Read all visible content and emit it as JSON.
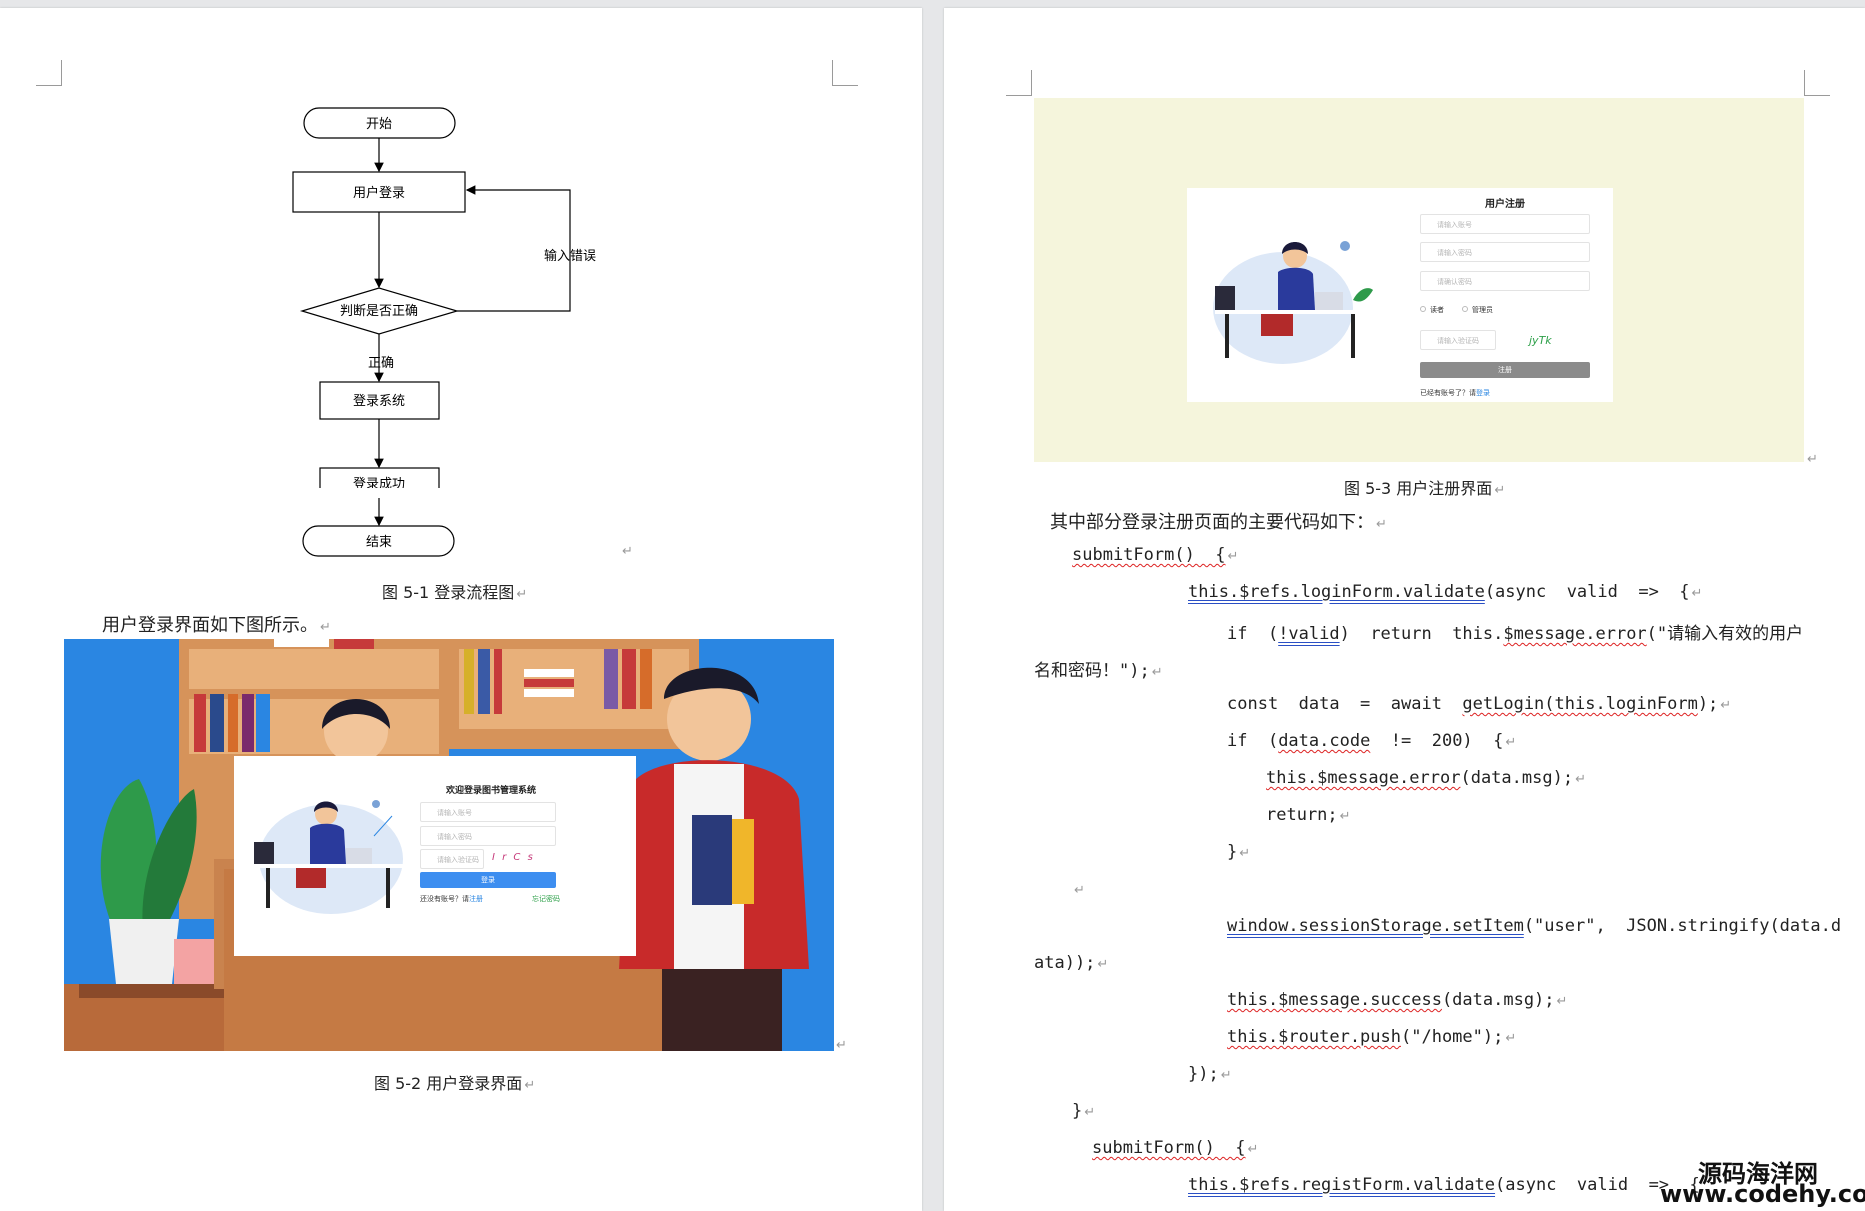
{
  "left_page": {
    "flowchart": {
      "start": "开始",
      "login": "用户登录",
      "decision": "判断是否正确",
      "error_label": "输入错误",
      "correct_label": "正确",
      "system": "登录系统",
      "success": "登录成功",
      "end": "结束"
    },
    "figure1_caption": "图 5-1 登录流程图",
    "body_text": "用户登录界面如下图所示。",
    "login_ui": {
      "title": "欢迎登录图书管理系统",
      "account_placeholder": "请输入账号",
      "password_placeholder": "请输入密码",
      "captcha_placeholder": "请输入验证码",
      "captcha_text": "I r C s",
      "login_button": "登录",
      "no_account_text": "还没有账号？请",
      "register_link": "注册",
      "forgot_link": "忘记密码"
    },
    "figure2_caption": "图 5-2 用户登录界面"
  },
  "right_page": {
    "register_ui": {
      "title": "用户注册",
      "account_placeholder": "请输入账号",
      "password_placeholder": "请输入密码",
      "confirm_placeholder": "请确认密码",
      "role_reader": "读者",
      "role_admin": "管理员",
      "captcha_placeholder": "请输入验证码",
      "captcha_text": "jyTk",
      "register_button": "注册",
      "has_account_text": "已经有账号了？请",
      "login_link": "登录"
    },
    "figure3_caption": "图 5-3 用户注册界面",
    "intro_text": "其中部分登录注册页面的主要代码如下：",
    "code": {
      "l1": "submitForm()  {",
      "l2_a": "this.$refs.loginForm.validate",
      "l2_b": "(async  valid  =>  {",
      "l3_a": "if  (",
      "l3_b": "!valid",
      "l3_c": ")  return  this.",
      "l3_d": "$message.error",
      "l3_e": "(\"请输入有效的用户",
      "l4": "名和密码！\");",
      "l5_a": "const  data  =  await  ",
      "l5_b": "getLogin(this.loginForm",
      "l5_c": ");",
      "l6_a": "if  (",
      "l6_b": "data.code",
      "l6_c": "  !=  200)  {",
      "l7_a": "this.$message.error",
      "l7_b": "(data.msg);",
      "l8": "return;",
      "l9": "}",
      "l10_a": "window.sessionStorage.setItem",
      "l10_b": "(\"user\",  JSON.stringify(data.d",
      "l11": "ata));",
      "l12_a": "this.$message.success",
      "l12_b": "(data.msg);",
      "l13_a": "this.$router.push",
      "l13_b": "(\"/home\");",
      "l14": "});",
      "l15": "}",
      "l16": "submitForm()  {",
      "l17_a": "this.$refs.registForm.validate",
      "l17_b": "(async  valid  =>  {"
    }
  },
  "watermark": {
    "line1": "源码海洋网",
    "line2": "www.codehy.com"
  },
  "colors": {
    "login_bg": "#2a86e2",
    "register_bg": "#f5f5dc",
    "login_button": "#3d8ef0",
    "register_button": "#8b8b8b"
  }
}
